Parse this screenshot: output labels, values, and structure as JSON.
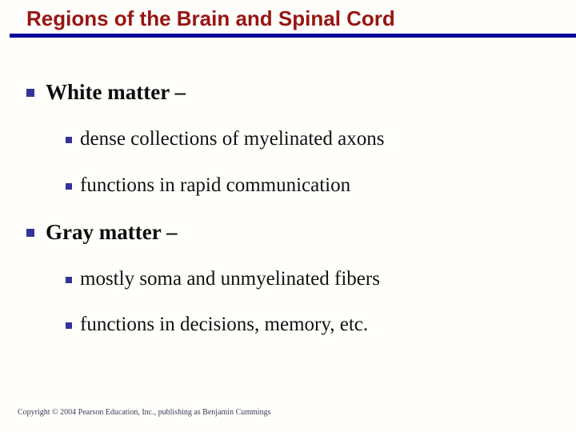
{
  "slide": {
    "title": "Regions of the Brain and Spinal Cord",
    "bullets": [
      {
        "level": 1,
        "text": "White matter –"
      },
      {
        "level": 2,
        "text": "dense collections of myelinated axons"
      },
      {
        "level": 2,
        "text": "functions in rapid communication"
      },
      {
        "level": 1,
        "text": "Gray matter –"
      },
      {
        "level": 2,
        "text": "mostly soma and unmyelinated fibers"
      },
      {
        "level": 2,
        "text": "functions in decisions, memory, etc."
      }
    ],
    "footer": "Copyright © 2004 Pearson Education, Inc., publishing as Benjamin Cummings",
    "colors": {
      "title_red": "#981511",
      "rule_navy": "#000099",
      "bullet_navy": "#333399",
      "body_text": "#0d0d0d",
      "footer_text": "#3c3c55",
      "background": "#fffefb"
    }
  }
}
